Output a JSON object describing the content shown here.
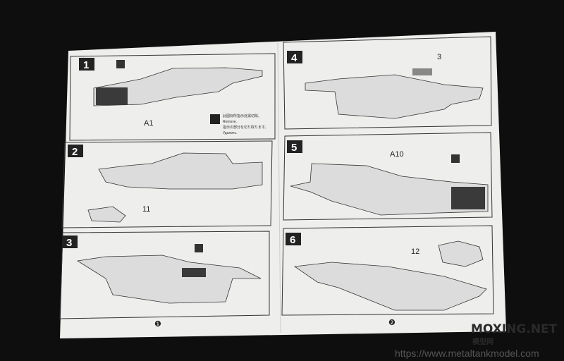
{
  "steps": [
    {
      "number": "1",
      "part_label": "A1"
    },
    {
      "number": "2",
      "part_label": "11"
    },
    {
      "number": "3"
    },
    {
      "number": "4",
      "part_label": "3"
    },
    {
      "number": "5",
      "part_label": "A10"
    },
    {
      "number": "6",
      "part_label": "12"
    }
  ],
  "remove_notice": {
    "chinese": "此图标所指示处需切除。",
    "english": "Remove.",
    "japanese": "指示の部分を切り取ります。",
    "russian": "Удалить."
  },
  "page_numbers": [
    "❶",
    "❷"
  ],
  "watermark": {
    "logo": "MOXING.NET",
    "logo_sub": "模型网",
    "url": "https://www.metaltankmodel.com"
  }
}
